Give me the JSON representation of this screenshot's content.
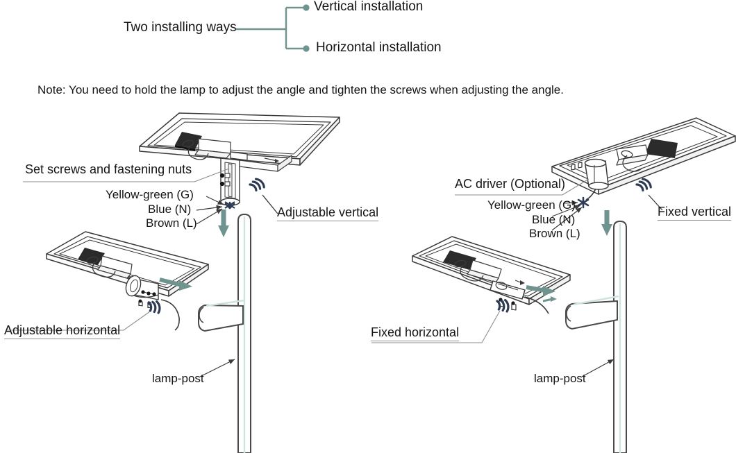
{
  "page": {
    "title": "Solar street light installation diagram",
    "accent_teal": "#6f938e",
    "accent_pole": "#cfe4e0",
    "line_color": "#3a3a3a",
    "arc_color": "#2e3b55"
  },
  "header": {
    "root_label": "Two installing ways",
    "branches": [
      {
        "label": "Vertical installation"
      },
      {
        "label": "Horizontal installation"
      }
    ]
  },
  "note": {
    "text": "Note: You need to hold the lamp to adjust the angle and tighten the screws when adjusting the angle."
  },
  "panels": {
    "top_left": {
      "callouts": {
        "screws": "Set screws and fastening nuts",
        "mode": "Adjustable vertical"
      },
      "wires": [
        "Yellow-green (G)",
        "Blue (N)",
        "Brown (L)"
      ]
    },
    "bottom_left": {
      "callouts": {
        "mode": "Adjustable horizontal",
        "post": "lamp-post"
      }
    },
    "top_right": {
      "callouts": {
        "driver": "AC driver (Optional)",
        "mode": "Fixed vertical"
      },
      "wires": [
        "Yellow-green (G)",
        "Blue (N)",
        "Brown (L)"
      ]
    },
    "bottom_right": {
      "callouts": {
        "mode": "Fixed horizontal",
        "post": "lamp-post"
      }
    }
  }
}
